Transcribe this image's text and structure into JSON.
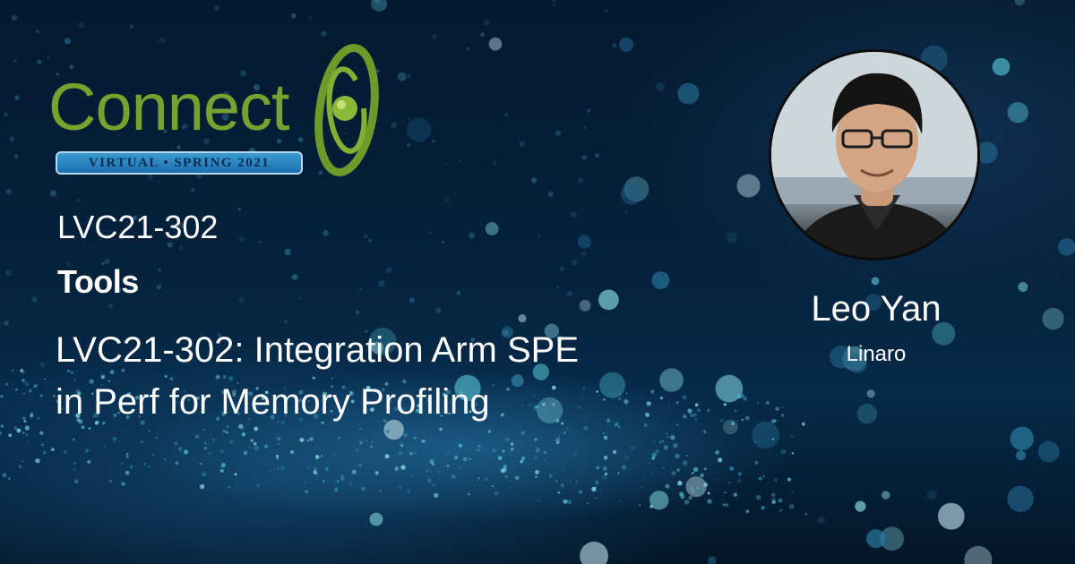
{
  "logo": {
    "word": "Connect",
    "banner": "VIRTUAL • SPRING 2021",
    "green": "#78a22f",
    "banner_blue": "#2a86c3"
  },
  "session": {
    "code": "LVC21-302",
    "track": "Tools",
    "title": "LVC21-302: Integration Arm SPE in Perf for Memory Profiling"
  },
  "speaker": {
    "name": "Leo Yan",
    "organization": "Linaro"
  },
  "colors": {
    "background": "#041a30",
    "accent": "#4fb4c8",
    "text": "#ffffff"
  }
}
